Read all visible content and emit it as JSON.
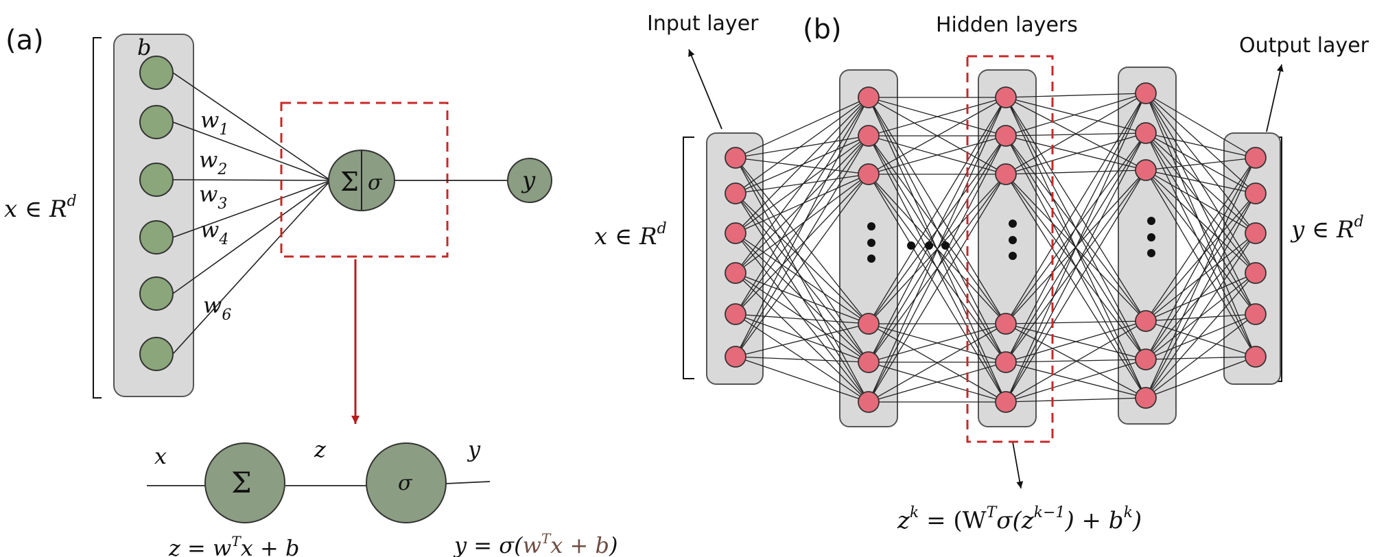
{
  "panel_a": {
    "label": "(a)",
    "bias_label": "b",
    "input_label": "x ∈ R",
    "input_label_sup": "d",
    "weights": [
      "w",
      "w",
      "w",
      "w",
      "w"
    ],
    "weight_subs": [
      "1",
      "2",
      "3",
      "4",
      "6"
    ],
    "neuron_sum": "Σ",
    "neuron_sigma": "σ",
    "output": "y",
    "detail": {
      "x": "x",
      "z": "z",
      "y": "y",
      "sum": "Σ",
      "sigma": "σ",
      "z_formula": "z = w",
      "z_formula_sup": "T",
      "z_formula_rest": "x + b",
      "y_formula_a": "y = σ(",
      "y_formula_b": "w",
      "y_formula_sup": "T",
      "y_formula_c": "x + b",
      "y_formula_d": ")"
    }
  },
  "panel_b": {
    "label": "(b)",
    "input_layer": "Input layer",
    "hidden_layers": "Hidden layers",
    "output_layer": "Output layer",
    "x_label": "x ∈ R",
    "x_label_sup": "d",
    "y_label": "y ∈ R",
    "y_label_sup": "d",
    "formula": {
      "a": "z",
      "a_sup": "k",
      "b": " = (W",
      "b_sup": "T",
      "c": "σ(z",
      "c_sup": "k−1",
      "d": ") + b",
      "d_sup": "k",
      "e": ")"
    }
  },
  "colors": {
    "green_node": "#8aa67a",
    "grey_node": "#8b9d82",
    "red_node": "#e66b7a",
    "layer_box": "#d9d9d9",
    "dashed_red": "#c62828",
    "arrow_red": "#b71c1c"
  }
}
